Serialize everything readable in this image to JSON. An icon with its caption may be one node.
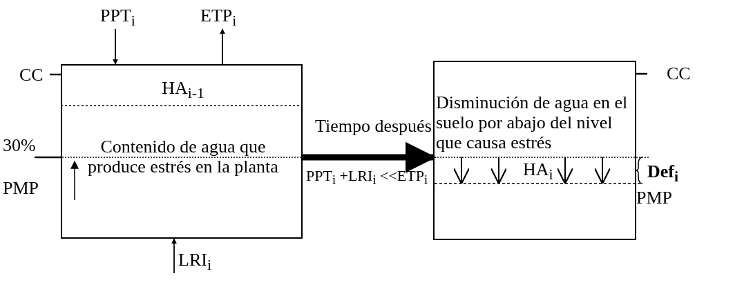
{
  "diagram": {
    "nodes": [
      {
        "text": [
          "PPT$_{i}$"
        ]
      },
      {
        "text": [
          "ETP$_{i}$"
        ]
      },
      {
        "text": [
          "HA$_{i-1}$",
          "Contenido de agua que produce estrés en la planta"
        ]
      },
      {
        "text": [
          "Disminución de agua en el suelo por abajo del nivel que causa estrés",
          "HA$_{i}$"
        ]
      },
      {
        "text": [
          "LRI$_{i}$"
        ]
      }
    ],
    "edges": [
      {
        "from": 0,
        "to": 2,
        "arrow": "to"
      },
      {
        "from": 2,
        "to": 1,
        "arrow": "to"
      },
      {
        "from": 4,
        "to": 2,
        "arrow": "to"
      },
      {
        "from": 2,
        "to": 3,
        "arrow": "to",
        "label": "Tiempo después",
        "style": "thick"
      }
    ],
    "labels": [
      "CC",
      "30%",
      "PMP",
      "PPT$_{i}$ +LRI$_{i}$ <<ETP$_{i}$",
      "CC",
      "Def$_{i}$",
      "PMP"
    ]
  }
}
